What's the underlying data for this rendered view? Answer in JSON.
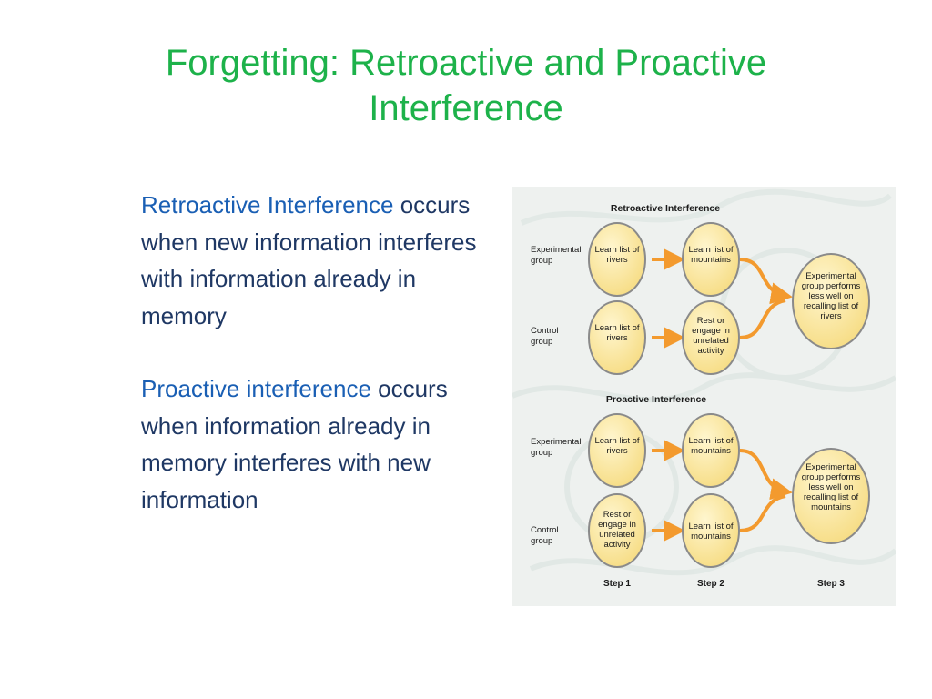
{
  "slide": {
    "title": "Forgetting: Retroactive and Proactive Interference",
    "paragraphs": [
      {
        "heading": "Retroactive Interference",
        "text": "occurs when new information interferes with information already in memory"
      },
      {
        "heading": "Proactive interference",
        "text": "occurs when information already in memory interferes with new information"
      }
    ]
  },
  "diagram": {
    "retroactive": {
      "title": "Retroactive Interference",
      "experimental": {
        "label_line1": "Experimental",
        "label_line2": "group",
        "step1": "Learn list of rivers",
        "step2": "Learn list of mountains"
      },
      "control": {
        "label_line1": "Control",
        "label_line2": "group",
        "step1": "Learn list of rivers",
        "step2": "Rest or engage in unrelated activity"
      },
      "step3": "Experimental group performs less well on recalling list of rivers"
    },
    "proactive": {
      "title": "Proactive Interference",
      "experimental": {
        "label_line1": "Experimental",
        "label_line2": "group",
        "step1": "Learn list of rivers",
        "step2": "Learn list of mountains"
      },
      "control": {
        "label_line1": "Control",
        "label_line2": "group",
        "step1": "Rest or engage in unrelated activity",
        "step2": "Learn list of mountains"
      },
      "step3": "Experimental group performs less well on recalling list of mountains"
    },
    "steps": [
      "Step 1",
      "Step 2",
      "Step 3"
    ],
    "colors": {
      "circle_fill": "#fbe9a6",
      "circle_stroke": "#8a8a8a",
      "arrow": "#f39a2e",
      "title": "#1db24a",
      "body_text": "#1f3864",
      "heading_text": "#1a5fb4"
    }
  }
}
